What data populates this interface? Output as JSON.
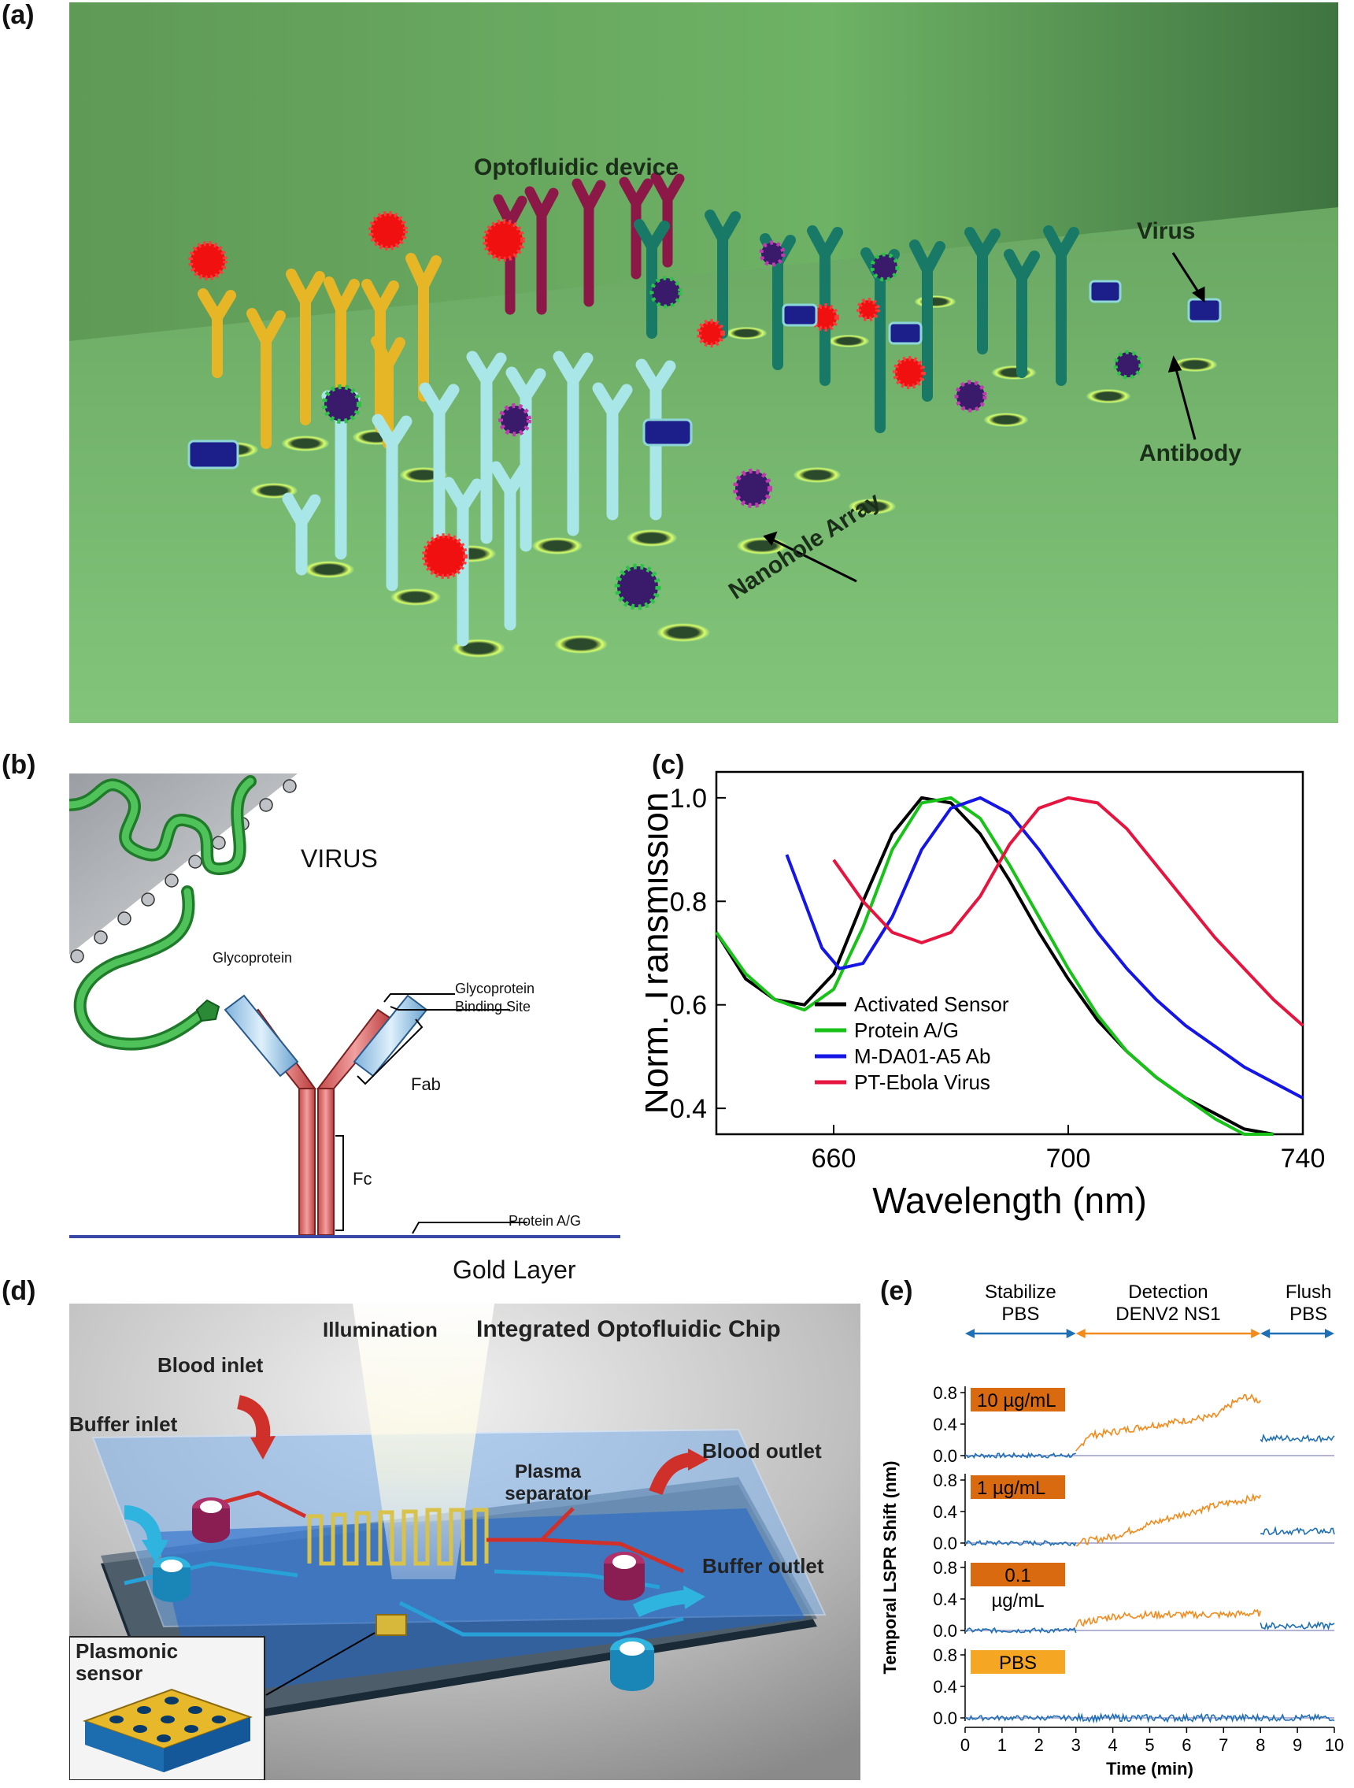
{
  "panels": {
    "a": {
      "label": "(a)",
      "title": "Optofluidic device",
      "labels": {
        "virus": "Virus",
        "antibody": "Antibody",
        "nanohole": "Nanohole Array"
      }
    },
    "b": {
      "label": "(b)",
      "virus": "VIRUS",
      "glycoprotein": "Glycoprotein",
      "binding_site_1": "Glycoprotein",
      "binding_site_2": "Binding Site",
      "fab": "Fab",
      "fc": "Fc",
      "protein": "Protein A/G",
      "gold": "Gold Layer"
    },
    "c": {
      "label": "(c)"
    },
    "d": {
      "label": "(d)",
      "title": "Integrated Optofluidic Chip",
      "illumination": "Illumination",
      "blood_inlet": "Blood inlet",
      "buffer_inlet": "Buffer inlet",
      "blood_outlet": "Blood outlet",
      "buffer_outlet": "Buffer outlet",
      "plasma_1": "Plasma",
      "plasma_2": "separator",
      "sensor_1": "Plasmonic",
      "sensor_2": "sensor"
    },
    "e": {
      "label": "(e)",
      "phase1_a": "Stabilize",
      "phase1_b": "PBS",
      "phase2_a": "Detection",
      "phase2_b": "DENV2 NS1",
      "phase3_a": "Flush",
      "phase3_b": "PBS",
      "badges": [
        "10 µg/mL",
        "1 µg/mL",
        "0.1",
        "PBS"
      ],
      "badge_unit": "µg/mL"
    }
  },
  "chart_data": [
    {
      "type": "line",
      "panel": "c",
      "xlabel": "Wavelength (nm)",
      "ylabel": "Norm. Transmission",
      "xlim": [
        640,
        740
      ],
      "ylim": [
        0.35,
        1.05
      ],
      "xticks": [
        660,
        700,
        740
      ],
      "yticks": [
        0.4,
        0.6,
        0.8,
        1.0
      ],
      "legend_position": "bottom-left",
      "series": [
        {
          "name": "Activated Sensor",
          "color": "#000000",
          "x": [
            640,
            645,
            650,
            655,
            660,
            665,
            670,
            675,
            680,
            685,
            690,
            695,
            700,
            705,
            710,
            715,
            720,
            725,
            730,
            735
          ],
          "y": [
            0.74,
            0.65,
            0.61,
            0.6,
            0.66,
            0.8,
            0.93,
            1.0,
            0.99,
            0.93,
            0.84,
            0.74,
            0.65,
            0.57,
            0.51,
            0.46,
            0.42,
            0.39,
            0.36,
            0.34
          ]
        },
        {
          "name": "Protein A/G",
          "color": "#19c219",
          "x": [
            640,
            645,
            650,
            655,
            660,
            665,
            670,
            675,
            680,
            685,
            690,
            695,
            700,
            705,
            710,
            715,
            720,
            725,
            730,
            735
          ],
          "y": [
            0.74,
            0.66,
            0.61,
            0.59,
            0.63,
            0.75,
            0.9,
            0.99,
            1.0,
            0.96,
            0.87,
            0.77,
            0.67,
            0.58,
            0.51,
            0.46,
            0.42,
            0.38,
            0.35,
            0.32
          ]
        },
        {
          "name": "M-DA01-A5 Ab",
          "color": "#1515e6",
          "x": [
            652,
            655,
            658,
            661,
            665,
            670,
            675,
            680,
            685,
            690,
            695,
            700,
            705,
            710,
            715,
            720,
            725,
            730,
            735,
            740
          ],
          "y": [
            0.89,
            0.8,
            0.71,
            0.67,
            0.68,
            0.77,
            0.9,
            0.98,
            1.0,
            0.97,
            0.9,
            0.82,
            0.74,
            0.67,
            0.61,
            0.56,
            0.52,
            0.48,
            0.45,
            0.42
          ]
        },
        {
          "name": "PT-Ebola Virus",
          "color": "#e6153f",
          "x": [
            660,
            665,
            670,
            675,
            680,
            685,
            690,
            695,
            700,
            705,
            710,
            715,
            720,
            725,
            730,
            735,
            740
          ],
          "y": [
            0.88,
            0.8,
            0.74,
            0.72,
            0.74,
            0.81,
            0.91,
            0.98,
            1.0,
            0.99,
            0.94,
            0.87,
            0.8,
            0.73,
            0.67,
            0.61,
            0.56
          ]
        }
      ]
    },
    {
      "type": "line",
      "panel": "e",
      "xlabel": "Time (min)",
      "ylabel": "Temporal LSPR Shift (nm)",
      "xlim": [
        0,
        10
      ],
      "ylim": [
        0,
        0.8
      ],
      "xticks": [
        0,
        1,
        2,
        3,
        4,
        5,
        6,
        7,
        8,
        9,
        10
      ],
      "yticks": [
        0.0,
        0.4,
        0.8
      ],
      "phase_boundaries": [
        3,
        8
      ],
      "colors": {
        "baseline": "#1f6fb5",
        "detection": "#f28a1c",
        "badge_dark": "#d96a10",
        "badge_light": "#f5a623"
      },
      "subplots": [
        {
          "badge": "10 µg/mL",
          "detection": [
            [
              3,
              0.02
            ],
            [
              3.3,
              0.25
            ],
            [
              4,
              0.3
            ],
            [
              5,
              0.38
            ],
            [
              6,
              0.45
            ],
            [
              6.8,
              0.5
            ],
            [
              7.2,
              0.65
            ],
            [
              7.6,
              0.75
            ],
            [
              7.95,
              0.7
            ]
          ],
          "flush": 0.22
        },
        {
          "badge": "1 µg/mL",
          "detection": [
            [
              3,
              0.0
            ],
            [
              4,
              0.08
            ],
            [
              5,
              0.24
            ],
            [
              6,
              0.38
            ],
            [
              7,
              0.5
            ],
            [
              7.95,
              0.58
            ]
          ],
          "flush": 0.15
        },
        {
          "badge": "0.1 µg/mL",
          "detection": [
            [
              3,
              0.08
            ],
            [
              4,
              0.18
            ],
            [
              5,
              0.2
            ],
            [
              6,
              0.2
            ],
            [
              7,
              0.2
            ],
            [
              7.95,
              0.22
            ]
          ],
          "flush": 0.06
        },
        {
          "badge": "PBS",
          "detection": [
            [
              3,
              0.0
            ],
            [
              8,
              0.0
            ]
          ],
          "flush": 0.0
        }
      ]
    }
  ]
}
